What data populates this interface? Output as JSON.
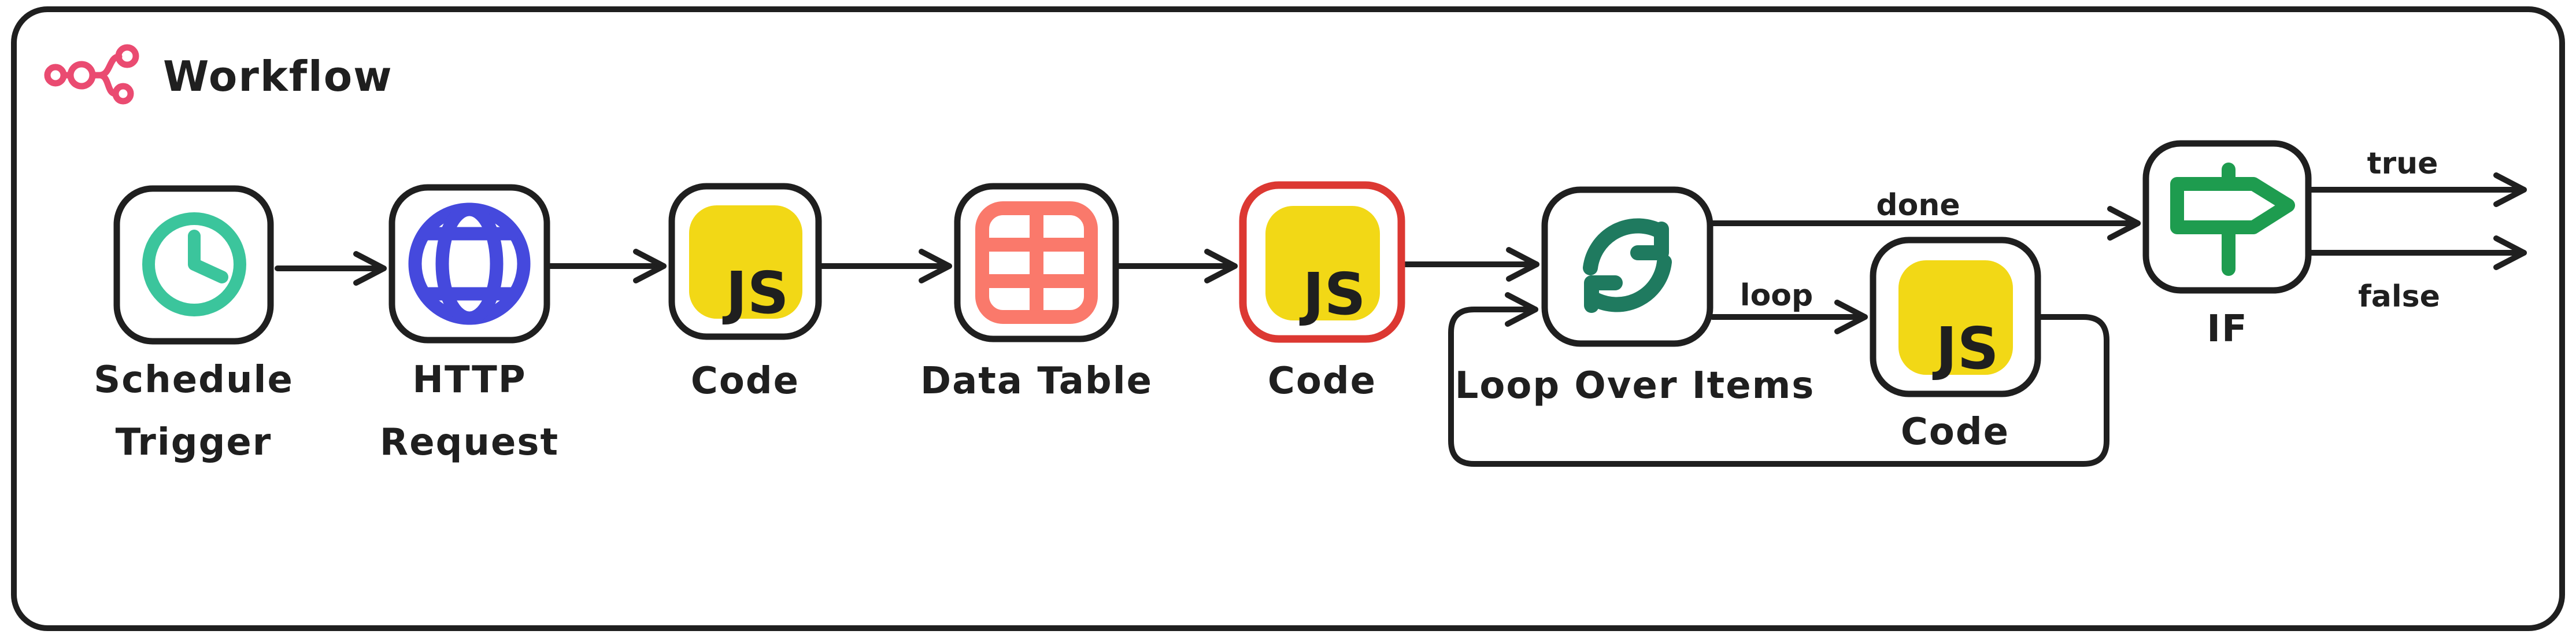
{
  "app": {
    "title": "Workflow"
  },
  "colors": {
    "ink": "#1f1f1f",
    "logo_pink": "#EA4B71",
    "schedule_teal": "#3BC59C",
    "http_indigo": "#4549DD",
    "js_yellow": "#F2D816",
    "table_coral": "#FA796B",
    "loop_green": "#1F7A5F",
    "if_green": "#1E9C4F",
    "selected_red": "#DC3832"
  },
  "nodes": {
    "schedule_trigger": {
      "label_line1": "Schedule",
      "label_line2": "Trigger",
      "icon": "clock-icon"
    },
    "http_request": {
      "label_line1": "HTTP",
      "label_line2": "Request",
      "icon": "globe-icon"
    },
    "code_1": {
      "label": "Code",
      "icon": "js-icon",
      "icon_text": "JS"
    },
    "data_table": {
      "label": "Data Table",
      "icon": "table-icon"
    },
    "code_2": {
      "label": "Code",
      "icon": "js-icon",
      "icon_text": "JS",
      "selected": true
    },
    "loop_over_items": {
      "label": "Loop Over Items",
      "icon": "loop-icon"
    },
    "code_3": {
      "label": "Code",
      "icon": "js-icon",
      "icon_text": "JS"
    },
    "if_node": {
      "label": "IF",
      "icon": "signpost-icon"
    }
  },
  "edge_labels": {
    "done": "done",
    "loop": "loop",
    "true_out": "true",
    "false_out": "false"
  },
  "connections": [
    {
      "from": "schedule_trigger",
      "to": "http_request",
      "label": ""
    },
    {
      "from": "http_request",
      "to": "code_1",
      "label": ""
    },
    {
      "from": "code_1",
      "to": "data_table",
      "label": ""
    },
    {
      "from": "data_table",
      "to": "code_2",
      "label": ""
    },
    {
      "from": "code_2",
      "to": "loop_over_items",
      "label": ""
    },
    {
      "from": "loop_over_items",
      "to": "if_node",
      "label": "done"
    },
    {
      "from": "loop_over_items",
      "to": "code_3",
      "label": "loop"
    },
    {
      "from": "code_3",
      "to": "loop_over_items",
      "label": ""
    },
    {
      "from": "if_node",
      "to": "",
      "label": "true"
    },
    {
      "from": "if_node",
      "to": "",
      "label": "false"
    }
  ]
}
